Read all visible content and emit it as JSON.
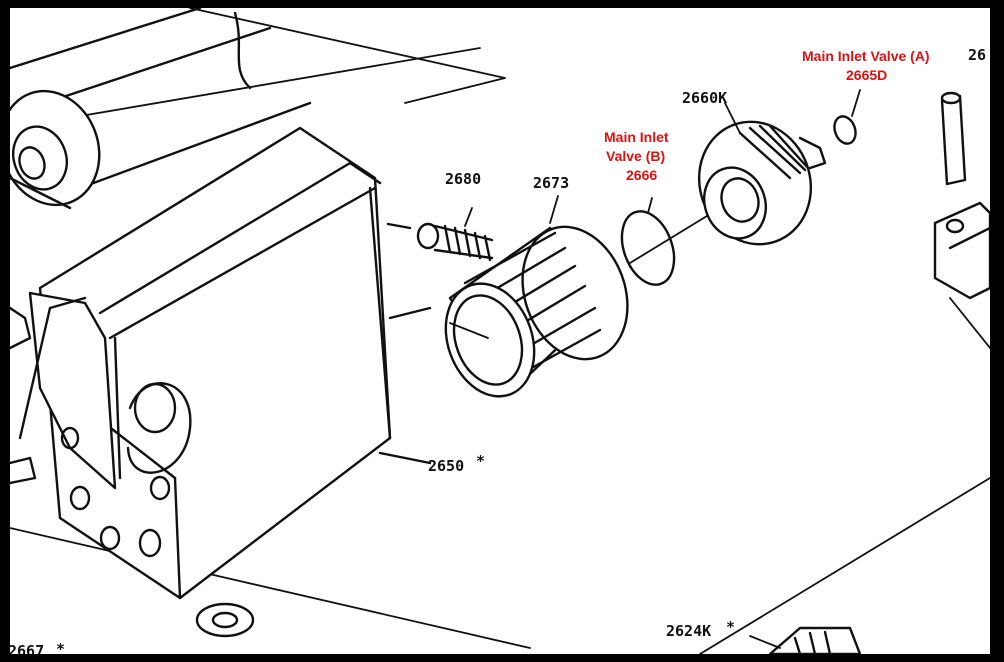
{
  "diagram": {
    "labels": {
      "p2680": "2680",
      "p2673": "2673",
      "p2660K": "2660K",
      "p2650": "2650",
      "p2624K": "2624K",
      "p2667": "2667",
      "p26_cut": "26",
      "star": "*"
    },
    "annotations": {
      "valveA_line1": "Main Inlet Valve (A)",
      "valveA_line2": "2665D",
      "valveB_line1": "Main Inlet",
      "valveB_line2": "Valve (B)",
      "valveB_line3": "2666"
    },
    "colors": {
      "annotation": "#e01010",
      "ink": "#111111",
      "frame": "#000000",
      "paper": "#ffffff"
    }
  }
}
